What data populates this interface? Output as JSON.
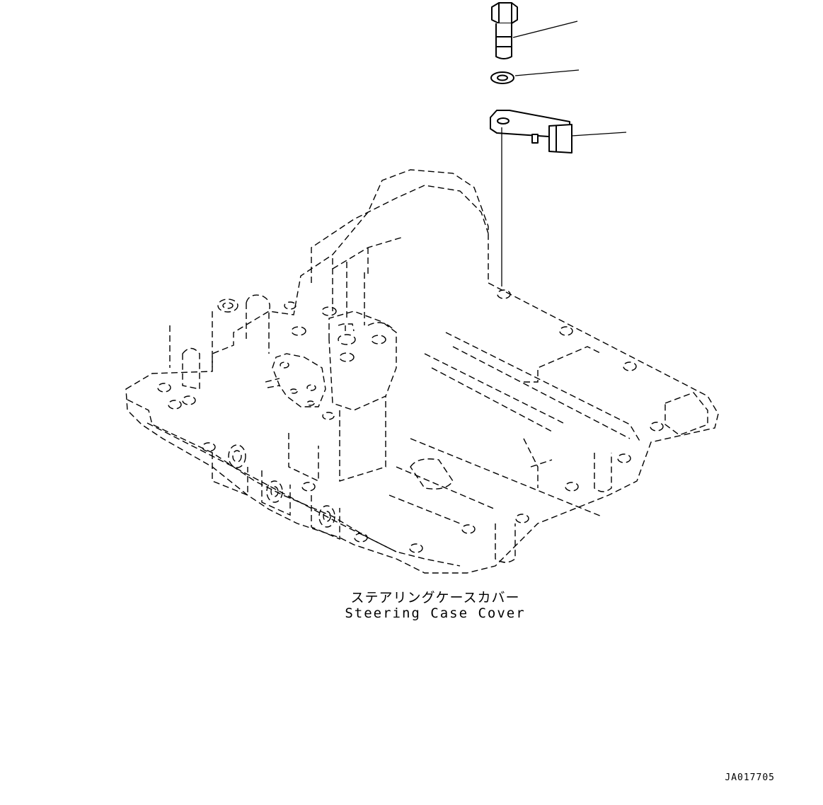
{
  "caption": {
    "japanese": "ステアリングケースカバー",
    "english": "Steering Case Cover"
  },
  "drawing_id": "JA017705",
  "parts": {
    "bolt": "bolt-icon",
    "washer": "washer-icon",
    "bracket": "bracket-icon",
    "cover": "steering-case-cover-icon"
  },
  "colors": {
    "line": "#000000",
    "background": "#ffffff"
  }
}
